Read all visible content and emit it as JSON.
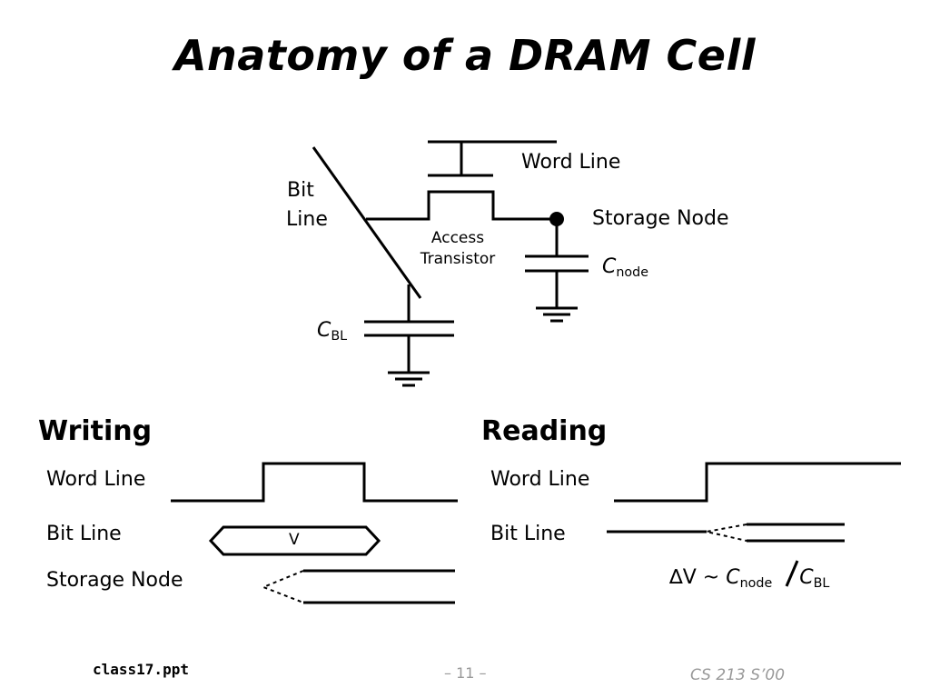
{
  "slide": {
    "title": "Anatomy of a DRAM Cell"
  },
  "circuit": {
    "word_line": "Word Line",
    "bit_line_1": "Bit",
    "bit_line_2": "Line",
    "storage_node": "Storage Node",
    "access_1": "Access",
    "access_2": "Transistor",
    "c_node_main": "C",
    "c_node_sub": "node",
    "c_bl_main": "C",
    "c_bl_sub": "BL"
  },
  "writing": {
    "heading": "Writing",
    "word_line": "Word Line",
    "bit_line": "Bit Line",
    "storage_node": "Storage Node",
    "voltage": "V"
  },
  "reading": {
    "heading": "Reading",
    "word_line": "Word Line",
    "bit_line": "Bit Line",
    "delta": "∆V ~ ",
    "c1_main": "C",
    "c1_sub": "node",
    "slash": " / ",
    "c2_main": "C",
    "c2_sub": "BL"
  },
  "footer": {
    "file": "class17.ppt",
    "page": "– 11 –",
    "course": "CS 213 S’00"
  }
}
